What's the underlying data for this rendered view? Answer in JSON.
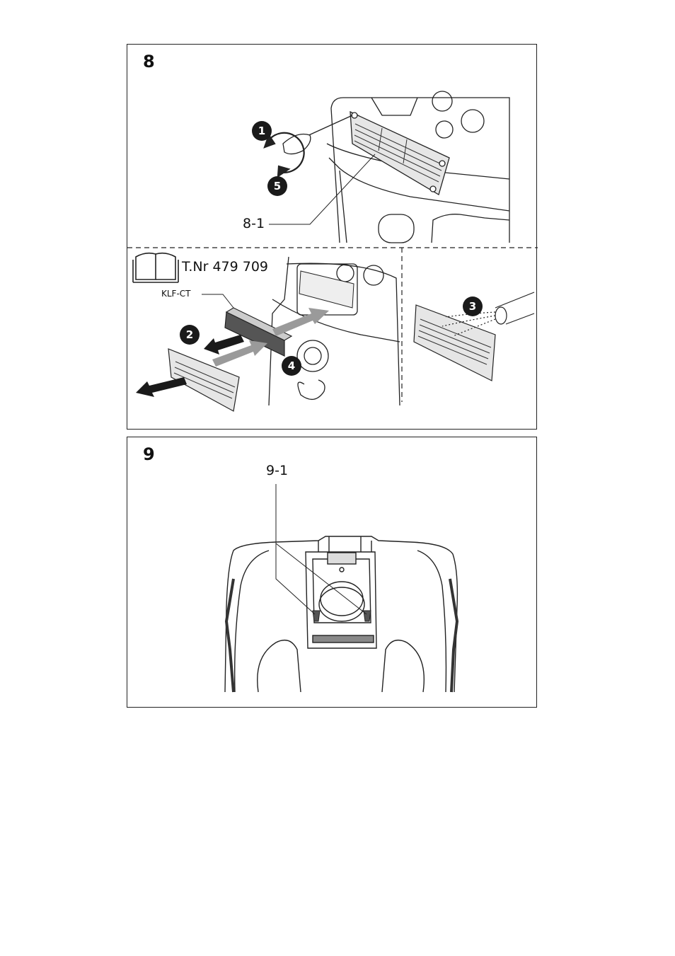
{
  "figures": [
    {
      "number": "8",
      "callouts": {
        "part": "8-1",
        "filter_label": "KLF-CT",
        "part_number": "T.Nr 479 709"
      },
      "steps": [
        "1",
        "2",
        "3",
        "4",
        "5"
      ],
      "icons": [
        "book-icon",
        "screwdriver-icon",
        "rotate-arrow-icon",
        "arrow-out-icon",
        "arrow-in-icon"
      ]
    },
    {
      "number": "9",
      "callouts": {
        "part": "9-1"
      }
    }
  ]
}
